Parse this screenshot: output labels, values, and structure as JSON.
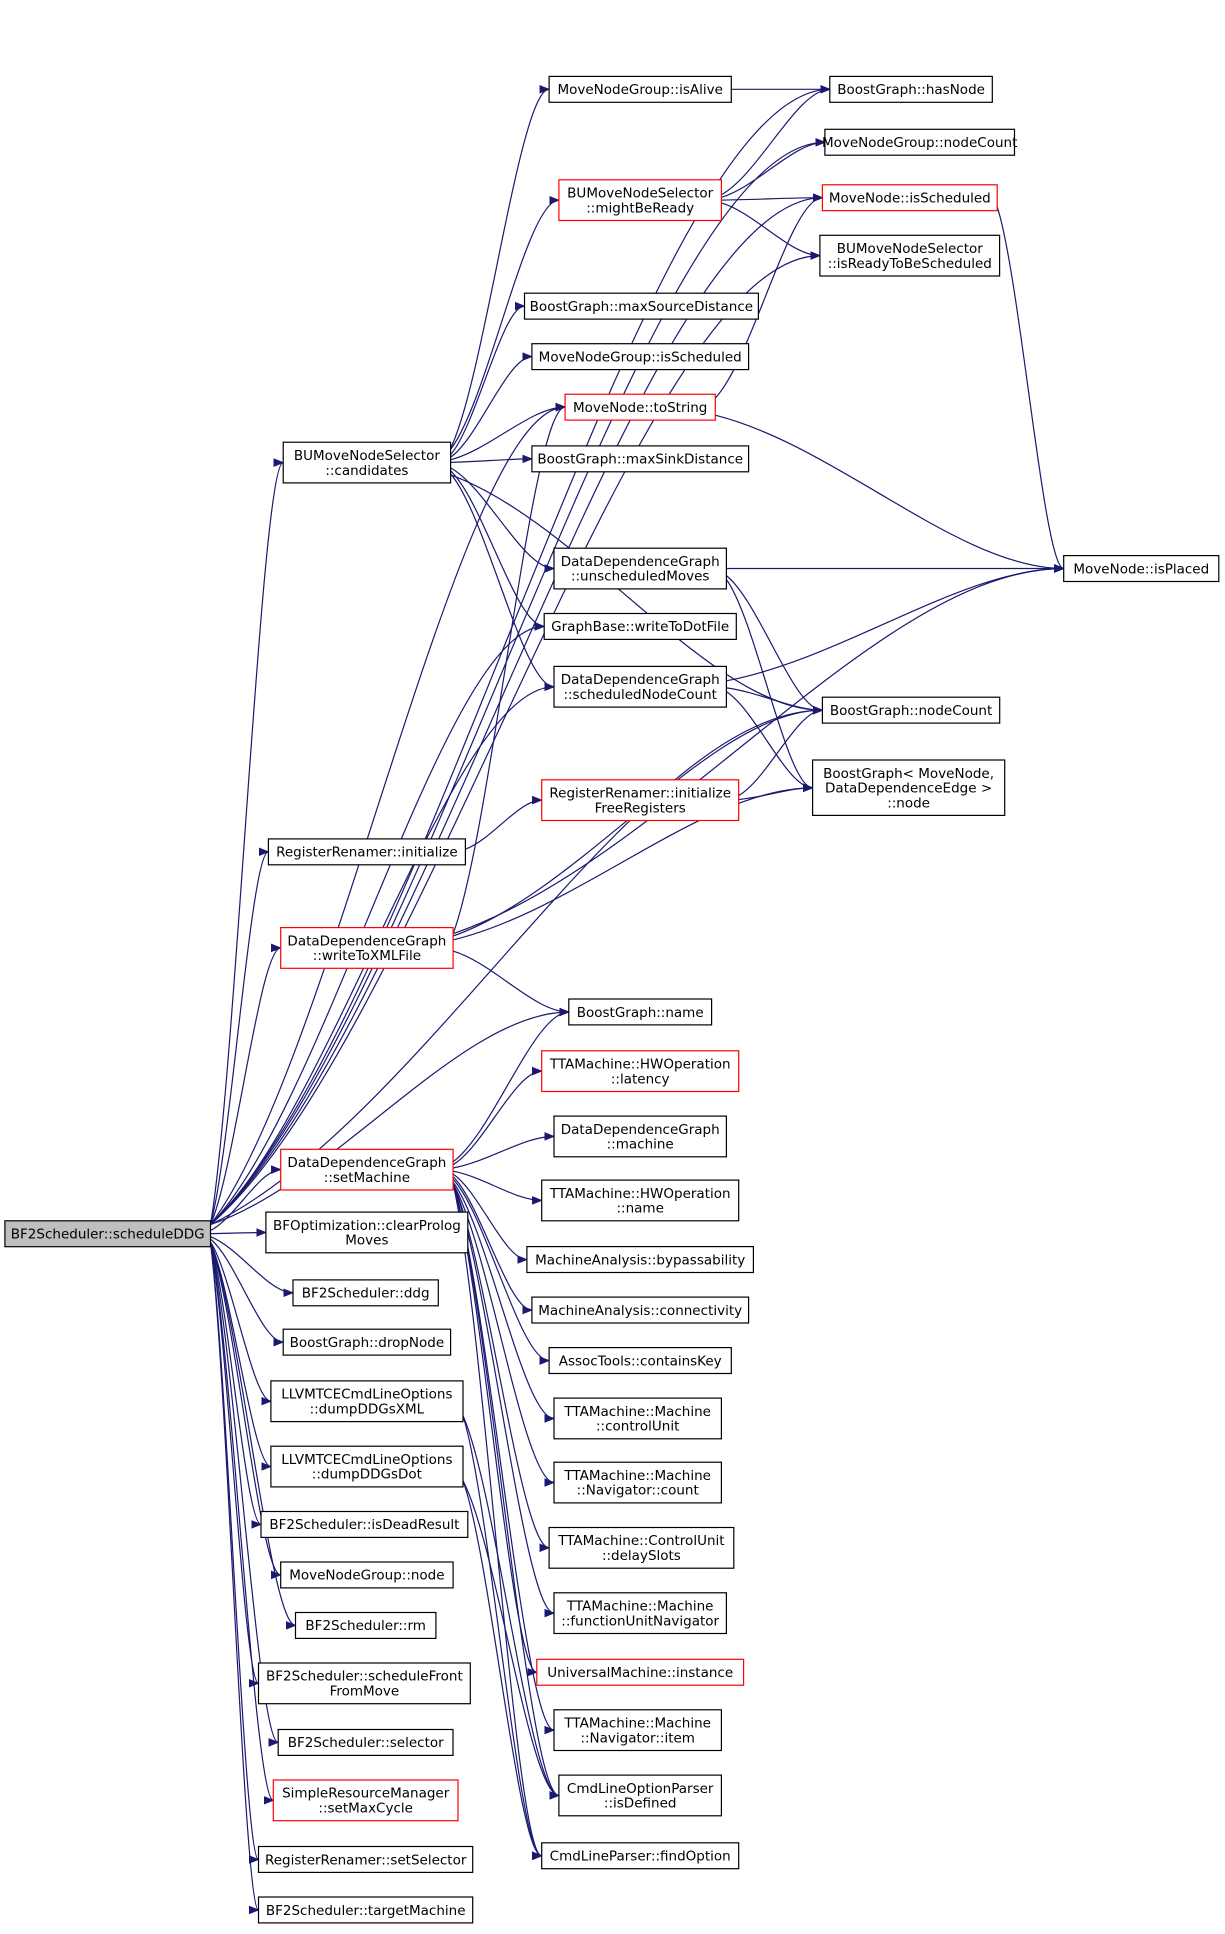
{
  "colors": {
    "edge": "#191970",
    "border": "#000000",
    "link_border": "#ff0000",
    "root_fill": "#bfbfbf",
    "node_fill": "#ffffff"
  },
  "nodes": [
    {
      "id": "root",
      "lines": [
        "BF2Scheduler::scheduleDDG"
      ],
      "style": "root"
    },
    {
      "id": "hasNode",
      "lines": [
        "BoostGraph::hasNode"
      ],
      "style": "plain"
    },
    {
      "id": "mngIsAlive",
      "lines": [
        "MoveNodeGroup::isAlive"
      ],
      "style": "plain"
    },
    {
      "id": "mngNodeCount",
      "lines": [
        "MoveNodeGroup::nodeCount"
      ],
      "style": "plain"
    },
    {
      "id": "mnIsScheduled",
      "lines": [
        "MoveNode::isScheduled"
      ],
      "style": "link"
    },
    {
      "id": "mightBeReady",
      "lines": [
        "BUMoveNodeSelector",
        "::mightBeReady"
      ],
      "style": "link"
    },
    {
      "id": "isReadyToBeScheduled",
      "lines": [
        "BUMoveNodeSelector",
        "::isReadyToBeScheduled"
      ],
      "style": "plain"
    },
    {
      "id": "maxSourceDistance",
      "lines": [
        "BoostGraph::maxSourceDistance"
      ],
      "style": "plain"
    },
    {
      "id": "mngIsScheduled",
      "lines": [
        "MoveNodeGroup::isScheduled"
      ],
      "style": "plain"
    },
    {
      "id": "toString",
      "lines": [
        "MoveNode::toString"
      ],
      "style": "link"
    },
    {
      "id": "candidates",
      "lines": [
        "BUMoveNodeSelector",
        "::candidates"
      ],
      "style": "plain"
    },
    {
      "id": "maxSinkDistance",
      "lines": [
        "BoostGraph::maxSinkDistance"
      ],
      "style": "plain"
    },
    {
      "id": "isPlaced",
      "lines": [
        "MoveNode::isPlaced"
      ],
      "style": "plain"
    },
    {
      "id": "unscheduledMoves",
      "lines": [
        "DataDependenceGraph",
        "::unscheduledMoves"
      ],
      "style": "plain"
    },
    {
      "id": "writeToDotFile",
      "lines": [
        "GraphBase::writeToDotFile"
      ],
      "style": "plain"
    },
    {
      "id": "scheduledNodeCount",
      "lines": [
        "DataDependenceGraph",
        "::scheduledNodeCount"
      ],
      "style": "plain"
    },
    {
      "id": "bgNodeCount",
      "lines": [
        "BoostGraph::nodeCount"
      ],
      "style": "plain"
    },
    {
      "id": "bgNode",
      "lines": [
        "BoostGraph< MoveNode,",
        "DataDependenceEdge >",
        "::node"
      ],
      "style": "plain"
    },
    {
      "id": "initFreeRegs",
      "lines": [
        "RegisterRenamer::initialize",
        "FreeRegisters"
      ],
      "style": "link"
    },
    {
      "id": "rrInitialize",
      "lines": [
        "RegisterRenamer::initialize"
      ],
      "style": "plain"
    },
    {
      "id": "writeToXMLFile",
      "lines": [
        "DataDependenceGraph",
        "::writeToXMLFile"
      ],
      "style": "link"
    },
    {
      "id": "bgName",
      "lines": [
        "BoostGraph::name"
      ],
      "style": "plain"
    },
    {
      "id": "hwLatency",
      "lines": [
        "TTAMachine::HWOperation",
        "::latency"
      ],
      "style": "link"
    },
    {
      "id": "ddgMachine",
      "lines": [
        "DataDependenceGraph",
        "::machine"
      ],
      "style": "plain"
    },
    {
      "id": "setMachine",
      "lines": [
        "DataDependenceGraph",
        "::setMachine"
      ],
      "style": "link"
    },
    {
      "id": "hwName",
      "lines": [
        "TTAMachine::HWOperation",
        "::name"
      ],
      "style": "plain"
    },
    {
      "id": "bypassability",
      "lines": [
        "MachineAnalysis::bypassability"
      ],
      "style": "plain"
    },
    {
      "id": "connectivity",
      "lines": [
        "MachineAnalysis::connectivity"
      ],
      "style": "plain"
    },
    {
      "id": "containsKey",
      "lines": [
        "AssocTools::containsKey"
      ],
      "style": "plain"
    },
    {
      "id": "controlUnit",
      "lines": [
        "TTAMachine::Machine",
        "::controlUnit"
      ],
      "style": "plain"
    },
    {
      "id": "navCount",
      "lines": [
        "TTAMachine::Machine",
        "::Navigator::count"
      ],
      "style": "plain"
    },
    {
      "id": "delaySlots",
      "lines": [
        "TTAMachine::ControlUnit",
        "::delaySlots"
      ],
      "style": "plain"
    },
    {
      "id": "fuNavigator",
      "lines": [
        "TTAMachine::Machine",
        "::functionUnitNavigator"
      ],
      "style": "plain"
    },
    {
      "id": "umInstance",
      "lines": [
        "UniversalMachine::instance"
      ],
      "style": "link"
    },
    {
      "id": "navItem",
      "lines": [
        "TTAMachine::Machine",
        "::Navigator::item"
      ],
      "style": "plain"
    },
    {
      "id": "isDefined",
      "lines": [
        "CmdLineOptionParser",
        "::isDefined"
      ],
      "style": "plain"
    },
    {
      "id": "findOption",
      "lines": [
        "CmdLineParser::findOption"
      ],
      "style": "plain"
    },
    {
      "id": "clearProlog",
      "lines": [
        "BFOptimization::clearProlog",
        "Moves"
      ],
      "style": "plain"
    },
    {
      "id": "ddg",
      "lines": [
        "BF2Scheduler::ddg"
      ],
      "style": "plain"
    },
    {
      "id": "dropNode",
      "lines": [
        "BoostGraph::dropNode"
      ],
      "style": "plain"
    },
    {
      "id": "dumpXML",
      "lines": [
        "LLVMTCECmdLineOptions",
        "::dumpDDGsXML"
      ],
      "style": "plain"
    },
    {
      "id": "dumpDot",
      "lines": [
        "LLVMTCECmdLineOptions",
        "::dumpDDGsDot"
      ],
      "style": "plain"
    },
    {
      "id": "isDeadResult",
      "lines": [
        "BF2Scheduler::isDeadResult"
      ],
      "style": "plain"
    },
    {
      "id": "mngNode",
      "lines": [
        "MoveNodeGroup::node"
      ],
      "style": "plain"
    },
    {
      "id": "rm",
      "lines": [
        "BF2Scheduler::rm"
      ],
      "style": "plain"
    },
    {
      "id": "scheduleFront",
      "lines": [
        "BF2Scheduler::scheduleFront",
        "FromMove"
      ],
      "style": "plain"
    },
    {
      "id": "selector",
      "lines": [
        "BF2Scheduler::selector"
      ],
      "style": "plain"
    },
    {
      "id": "setMaxCycle",
      "lines": [
        "SimpleResourceManager",
        "::setMaxCycle"
      ],
      "style": "link"
    },
    {
      "id": "setSelector",
      "lines": [
        "RegisterRenamer::setSelector"
      ],
      "style": "plain"
    },
    {
      "id": "targetMachine",
      "lines": [
        "BF2Scheduler::targetMachine"
      ],
      "style": "plain"
    }
  ],
  "edges": [
    [
      "root",
      "hasNode"
    ],
    [
      "root",
      "mngNodeCount"
    ],
    [
      "root",
      "mnIsScheduled"
    ],
    [
      "root",
      "isReadyToBeScheduled"
    ],
    [
      "root",
      "toString"
    ],
    [
      "root",
      "candidates"
    ],
    [
      "root",
      "writeToDotFile"
    ],
    [
      "root",
      "scheduledNodeCount"
    ],
    [
      "root",
      "bgNodeCount"
    ],
    [
      "root",
      "rrInitialize"
    ],
    [
      "root",
      "writeToXMLFile"
    ],
    [
      "root",
      "bgName"
    ],
    [
      "root",
      "setMachine"
    ],
    [
      "root",
      "clearProlog"
    ],
    [
      "root",
      "ddg"
    ],
    [
      "root",
      "dropNode"
    ],
    [
      "root",
      "dumpXML"
    ],
    [
      "root",
      "dumpDot"
    ],
    [
      "root",
      "isDeadResult"
    ],
    [
      "root",
      "mngNode"
    ],
    [
      "root",
      "rm"
    ],
    [
      "root",
      "scheduleFront"
    ],
    [
      "root",
      "selector"
    ],
    [
      "root",
      "setMaxCycle"
    ],
    [
      "root",
      "setSelector"
    ],
    [
      "root",
      "targetMachine"
    ],
    [
      "mngIsAlive",
      "hasNode"
    ],
    [
      "mightBeReady",
      "hasNode"
    ],
    [
      "mightBeReady",
      "mngNodeCount"
    ],
    [
      "mightBeReady",
      "mnIsScheduled"
    ],
    [
      "mightBeReady",
      "isReadyToBeScheduled"
    ],
    [
      "mnIsScheduled",
      "isPlaced"
    ],
    [
      "toString",
      "mnIsScheduled"
    ],
    [
      "toString",
      "isPlaced"
    ],
    [
      "candidates",
      "mngIsAlive"
    ],
    [
      "candidates",
      "mightBeReady"
    ],
    [
      "candidates",
      "maxSourceDistance"
    ],
    [
      "candidates",
      "mngIsScheduled"
    ],
    [
      "candidates",
      "toString"
    ],
    [
      "candidates",
      "maxSinkDistance"
    ],
    [
      "candidates",
      "unscheduledMoves"
    ],
    [
      "candidates",
      "writeToDotFile"
    ],
    [
      "candidates",
      "scheduledNodeCount"
    ],
    [
      "candidates",
      "bgNodeCount"
    ],
    [
      "unscheduledMoves",
      "isPlaced"
    ],
    [
      "unscheduledMoves",
      "bgNodeCount"
    ],
    [
      "unscheduledMoves",
      "bgNode"
    ],
    [
      "scheduledNodeCount",
      "isPlaced"
    ],
    [
      "scheduledNodeCount",
      "bgNodeCount"
    ],
    [
      "scheduledNodeCount",
      "bgNode"
    ],
    [
      "initFreeRegs",
      "bgNodeCount"
    ],
    [
      "initFreeRegs",
      "bgNode"
    ],
    [
      "rrInitialize",
      "initFreeRegs"
    ],
    [
      "writeToXMLFile",
      "toString"
    ],
    [
      "writeToXMLFile",
      "isPlaced"
    ],
    [
      "writeToXMLFile",
      "bgNodeCount"
    ],
    [
      "writeToXMLFile",
      "bgNode"
    ],
    [
      "writeToXMLFile",
      "bgName"
    ],
    [
      "setMachine",
      "bgName"
    ],
    [
      "setMachine",
      "hwLatency"
    ],
    [
      "setMachine",
      "ddgMachine"
    ],
    [
      "setMachine",
      "hwName"
    ],
    [
      "setMachine",
      "bypassability"
    ],
    [
      "setMachine",
      "connectivity"
    ],
    [
      "setMachine",
      "containsKey"
    ],
    [
      "setMachine",
      "controlUnit"
    ],
    [
      "setMachine",
      "navCount"
    ],
    [
      "setMachine",
      "delaySlots"
    ],
    [
      "setMachine",
      "fuNavigator"
    ],
    [
      "setMachine",
      "umInstance"
    ],
    [
      "setMachine",
      "navItem"
    ],
    [
      "setMachine",
      "isDefined"
    ],
    [
      "setMachine",
      "findOption"
    ],
    [
      "dumpXML",
      "isDefined"
    ],
    [
      "dumpXML",
      "findOption"
    ],
    [
      "dumpDot",
      "isDefined"
    ],
    [
      "dumpDot",
      "findOption"
    ]
  ]
}
